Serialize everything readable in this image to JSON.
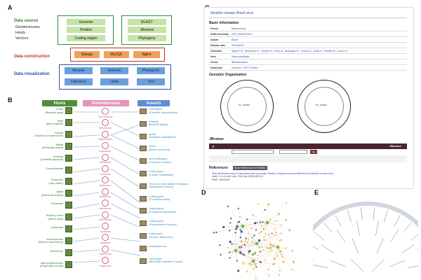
{
  "panels": {
    "a": "A",
    "b": "B",
    "c": "C",
    "d": "D",
    "e": "E"
  },
  "panel_a": {
    "data_source": "Data source",
    "geminiviruses": "Geminiviruses",
    "hosts": "Hosts",
    "vectors": "Vectors",
    "source_left": [
      "Genome",
      "Protein",
      "Coding region"
    ],
    "source_right": [
      "BLAST",
      "JBrowse",
      "Phylogeny"
    ],
    "data_construction": "Data construction",
    "construction": [
      "Django",
      "MySQL",
      "Nginx"
    ],
    "data_visualization": "Data visualization",
    "visualization": [
      "Browse",
      "Network",
      "Phylogeny",
      "Literature",
      "Links",
      "Tool"
    ]
  },
  "panel_b": {
    "headers": {
      "hosts": "Hosts",
      "geminiviruses": "Geminiviruses",
      "insects": "Insects"
    },
    "hosts": [
      {
        "name": "Turnip",
        "sci": "(Brassica rapa)"
      },
      {
        "name": "Beet",
        "sci": "(Beta vulgaris)"
      },
      {
        "name": "Tomato",
        "sci": "(Solanum lycopersicum)"
      },
      {
        "name": "Alfalfa",
        "sci": "(Medicago sativa)"
      },
      {
        "name": "Camellia",
        "sci": "(Camellia japonica)"
      },
      {
        "name": "Cucurbitaceae",
        "sci": ""
      },
      {
        "name": "Grapevine",
        "sci": "(Vitis vinifer)"
      },
      {
        "name": "Apple",
        "sci": "(Malus domestica)"
      },
      {
        "name": "Fabaceae",
        "sci": ""
      },
      {
        "name": "Mulberry trees",
        "sci": "(Morus alba)"
      },
      {
        "name": "Cactaceae",
        "sci": ""
      },
      {
        "name": "Wood species",
        "sci": "(Dimere stramonium)"
      },
      {
        "name": "Cleome sp.",
        "sci": ""
      },
      {
        "name": "Monocotyledonous",
        "sci": "(Eragrostis curvula)"
      }
    ],
    "geminiviruses": [
      "Turncurtovirus",
      "Becurtovirus",
      "Begomovirus",
      "Capulavirus",
      "Citlodavirus",
      "Curtovirus",
      "Grablovirus",
      "Maldovirus",
      "Mastrevirus",
      "Mulcrilevirus",
      "Opunvirus",
      "Topilevirus",
      "Topocuvirus",
      "Eragrovirus"
    ],
    "insects": [
      {
        "name": "Leafhopper",
        "sci": "(Circulifer haematoceps)"
      },
      {
        "name": "Whitefly",
        "sci": "(Bemisia tabaci)"
      },
      {
        "name": "Aphid",
        "sci": "(Dysaphis plantaginea)"
      },
      {
        "name": "Aphid",
        "sci": "(Aphis craccivora)"
      },
      {
        "name": "Beet leafhopper",
        "sci": "(Circulifer tenellus)"
      },
      {
        "name": "Leafhoppers",
        "sci": "(Family Cicadellidae)"
      },
      {
        "name": "Three-cornered alfalfa treehopper",
        "sci": "(Spissistilus festinus)"
      },
      {
        "name": "Leafhoppers",
        "sci": "(Cicadulina mbila)"
      },
      {
        "name": "Leafhoppers",
        "sci": "(Cicadulina bipunctata)"
      },
      {
        "name": "Leafhoppers",
        "sci": "(Psammotettix lineatus)"
      },
      {
        "name": "Leafhopper",
        "sci": "(Orosius albicinctus)"
      },
      {
        "name": "Dactylopius sp.",
        "sci": ""
      },
      {
        "name": "Treehopper",
        "sci": "(Micrutalis malleifera Fowler)"
      }
    ]
  },
  "panel_c": {
    "title": "Abutilon mosaic Brazil virus",
    "basic_information": "Basic Information",
    "rows": [
      {
        "key": "Genus",
        "value": "Begomovirus"
      },
      {
        "key": "NCBI Assembly",
        "value": "GCF_000000765.1"
      },
      {
        "key": "Isolate",
        "value": "Brazil"
      },
      {
        "key": "Release date",
        "value": "2015/02/20"
      },
      {
        "key": "Submitter",
        "value": "Wyant P.S., Strohmeier S., Schafer B., Krenz B., Assunção I.P., Lima G.S., Jeske H., Schafer B., Lima G.S."
      },
      {
        "key": "Host",
        "value": "Sida rhombifolia"
      },
      {
        "key": "Vector",
        "value": "Bemisia tabaci"
      },
      {
        "key": "Download",
        "value": "Genome | CDS | Protein"
      }
    ],
    "genomic_organization": "Genomic Organization",
    "segments": [
      "NC_026809",
      "NC_026810"
    ],
    "jbrowse": "JBrowse",
    "jbrowse_brand": "JBrowse",
    "jbrowse_go": "Go",
    "references": "References",
    "more_references": "More References in PubMed",
    "reference_text": "Sida micrantha mosaic is associated with a complex infection of begomoviruses different from Abutilon mosaic virus",
    "reference_authors": "Jovel J, et al. Arch Virol. 2004 Apr;149(4):829-41.",
    "reference_pmid": "PMID: 15004209"
  }
}
